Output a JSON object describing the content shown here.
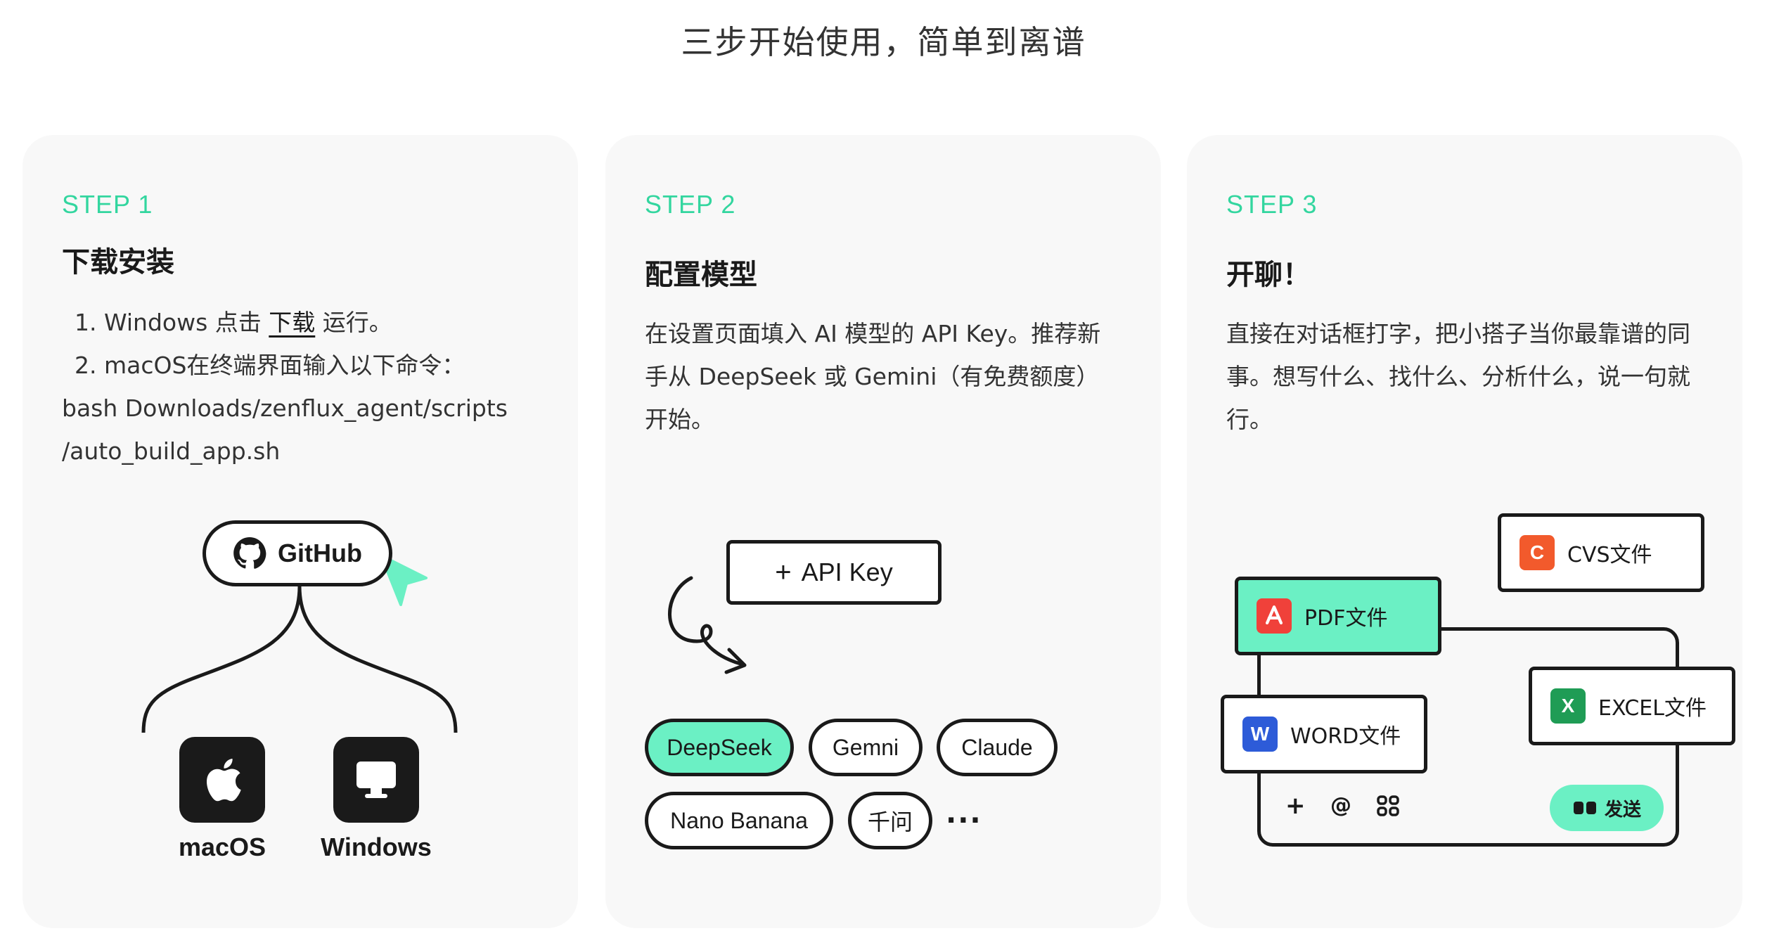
{
  "page_title": "三步开始使用，简单到离谱",
  "accent_color": "#33d69f",
  "highlight_color": "#6bf0c4",
  "steps": [
    {
      "label": "STEP 1",
      "heading": "下载安装",
      "lines": [
        {
          "prefix": "1. Windows 点击 ",
          "link": "下载",
          "suffix": " 运行。"
        },
        {
          "text": "2. macOS在终端界面输入以下命令："
        },
        {
          "text": "bash Downloads/zenflux_agent/scripts"
        },
        {
          "text": "/auto_build_app.sh"
        }
      ],
      "github_label": "GitHub",
      "os": [
        {
          "label": "macOS",
          "icon": "apple-icon"
        },
        {
          "label": "Windows",
          "icon": "monitor-icon"
        }
      ]
    },
    {
      "label": "STEP 2",
      "heading": "配置模型",
      "lines": [
        "在设置页面填入 AI 模型的 API Key。推荐新",
        "手从 DeepSeek 或 Gemini（有免费额度）",
        "开始。"
      ],
      "api_key_label": "API Key",
      "models": [
        "DeepSeek",
        "Gemni",
        "Claude",
        "Nano Banana",
        "千问"
      ],
      "more": "···"
    },
    {
      "label": "STEP 3",
      "heading": "开聊！",
      "lines": [
        "直接在对话框打字，把小搭子当你最靠谱的同",
        "事。想写什么、找什么、分析什么，说一句就",
        "行。"
      ],
      "files": {
        "cvs": "CVS文件",
        "pdf": "PDF文件",
        "word": "WORD文件",
        "excel": "EXCEL文件"
      },
      "file_badges": {
        "cvs": "C",
        "word": "W",
        "excel": "X"
      },
      "file_colors": {
        "cvs": "#f25a2c",
        "pdf": "#f0413a",
        "word": "#2d5bd8",
        "excel": "#1f9c55"
      },
      "send_label": "发送"
    }
  ]
}
